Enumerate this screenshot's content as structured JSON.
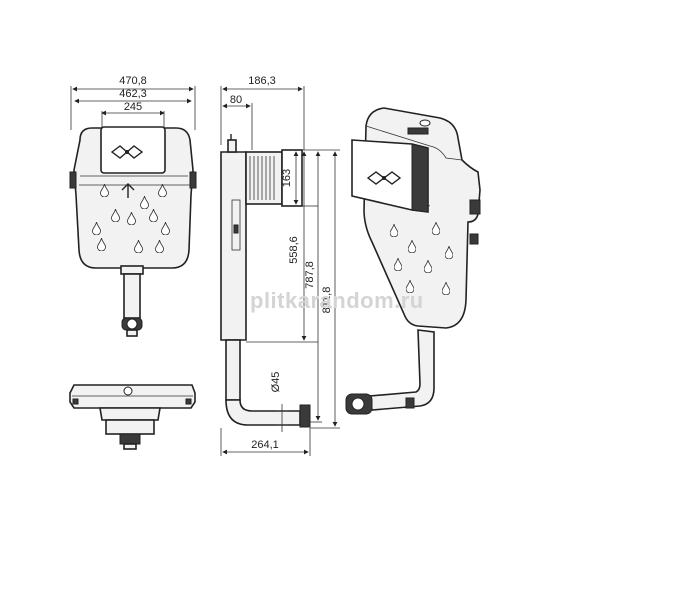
{
  "dimensions": {
    "front_total_width": "470,8",
    "front_inner_width": "462,3",
    "front_panel_width": "245",
    "side_total_depth": "186,3",
    "side_upper_depth": "80",
    "side_outlet_height": "163",
    "side_body_height": "558,6",
    "side_mid_height": "787,8",
    "side_total_height": "811,8",
    "side_bottom_depth": "264,1",
    "pipe_diameter": "Ø45"
  },
  "watermark": "plitkarandom.ru"
}
